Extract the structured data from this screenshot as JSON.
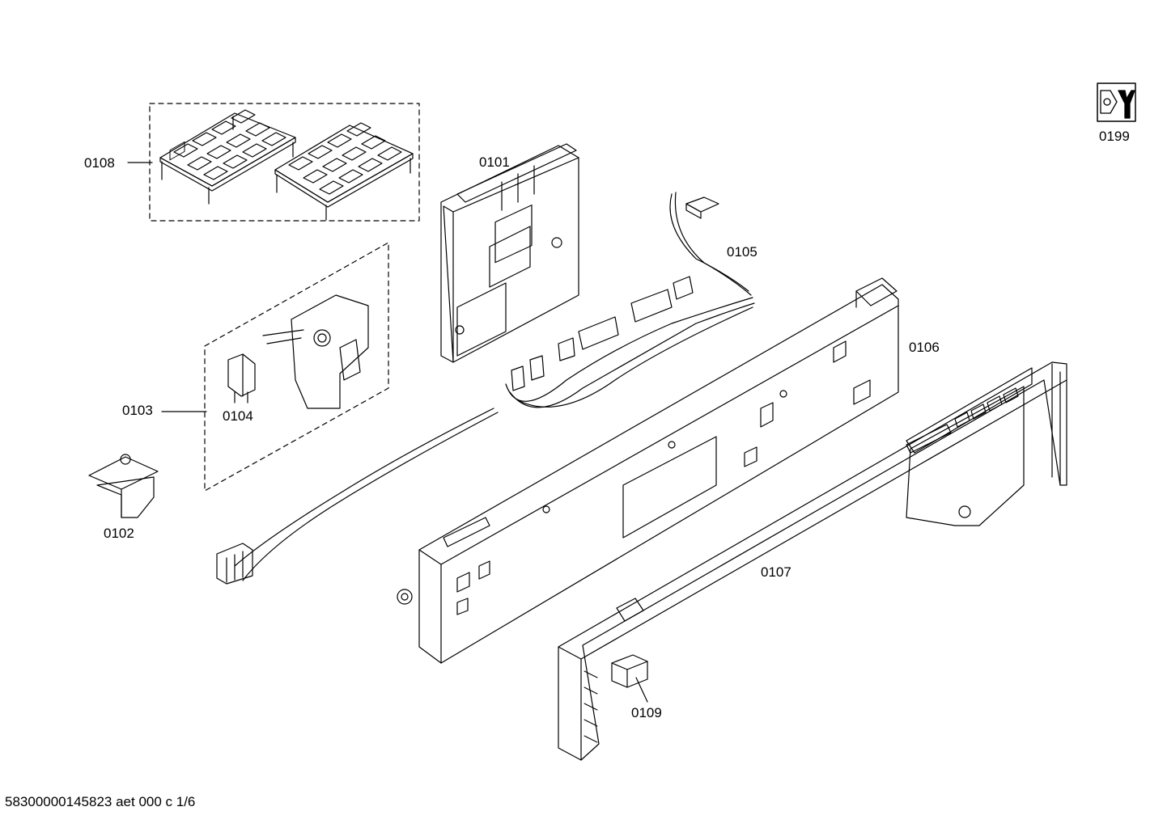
{
  "parts": {
    "p0101": "0101",
    "p0102": "0102",
    "p0103": "0103",
    "p0104": "0104",
    "p0105": "0105",
    "p0106": "0106",
    "p0107": "0107",
    "p0108": "0108",
    "p0109": "0109",
    "p0199": "0199"
  },
  "footer": "58300000145823 aet 000 c 1/6",
  "icons": {
    "service": "hex-nut-wrench-icon"
  }
}
